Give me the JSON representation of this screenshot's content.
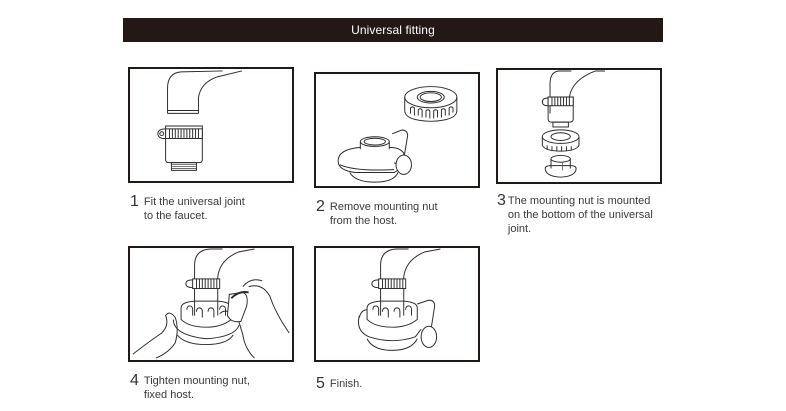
{
  "header": {
    "title": "Universal fitting"
  },
  "colors": {
    "header_bg": "#231815",
    "header_text": "#ffffff",
    "frame": "#231815",
    "caption_text": "#3a3a3a"
  },
  "steps": [
    {
      "number": "1",
      "text": "Fit the universal joint\nto the faucet.",
      "illustration": "faucet-and-joint-icon"
    },
    {
      "number": "2",
      "text": "Remove mounting nut\nfrom the host.",
      "illustration": "nut-and-host-icon"
    },
    {
      "number": "3",
      "text": "The mounting nut is mounted\non the bottom of the universal\njoint.",
      "illustration": "nut-mounted-icon"
    },
    {
      "number": "4",
      "text": "Tighten mounting nut,\nfixed host.",
      "illustration": "hands-tightening-icon"
    },
    {
      "number": "5",
      "text": "Finish.",
      "illustration": "assembled-filter-icon"
    }
  ]
}
